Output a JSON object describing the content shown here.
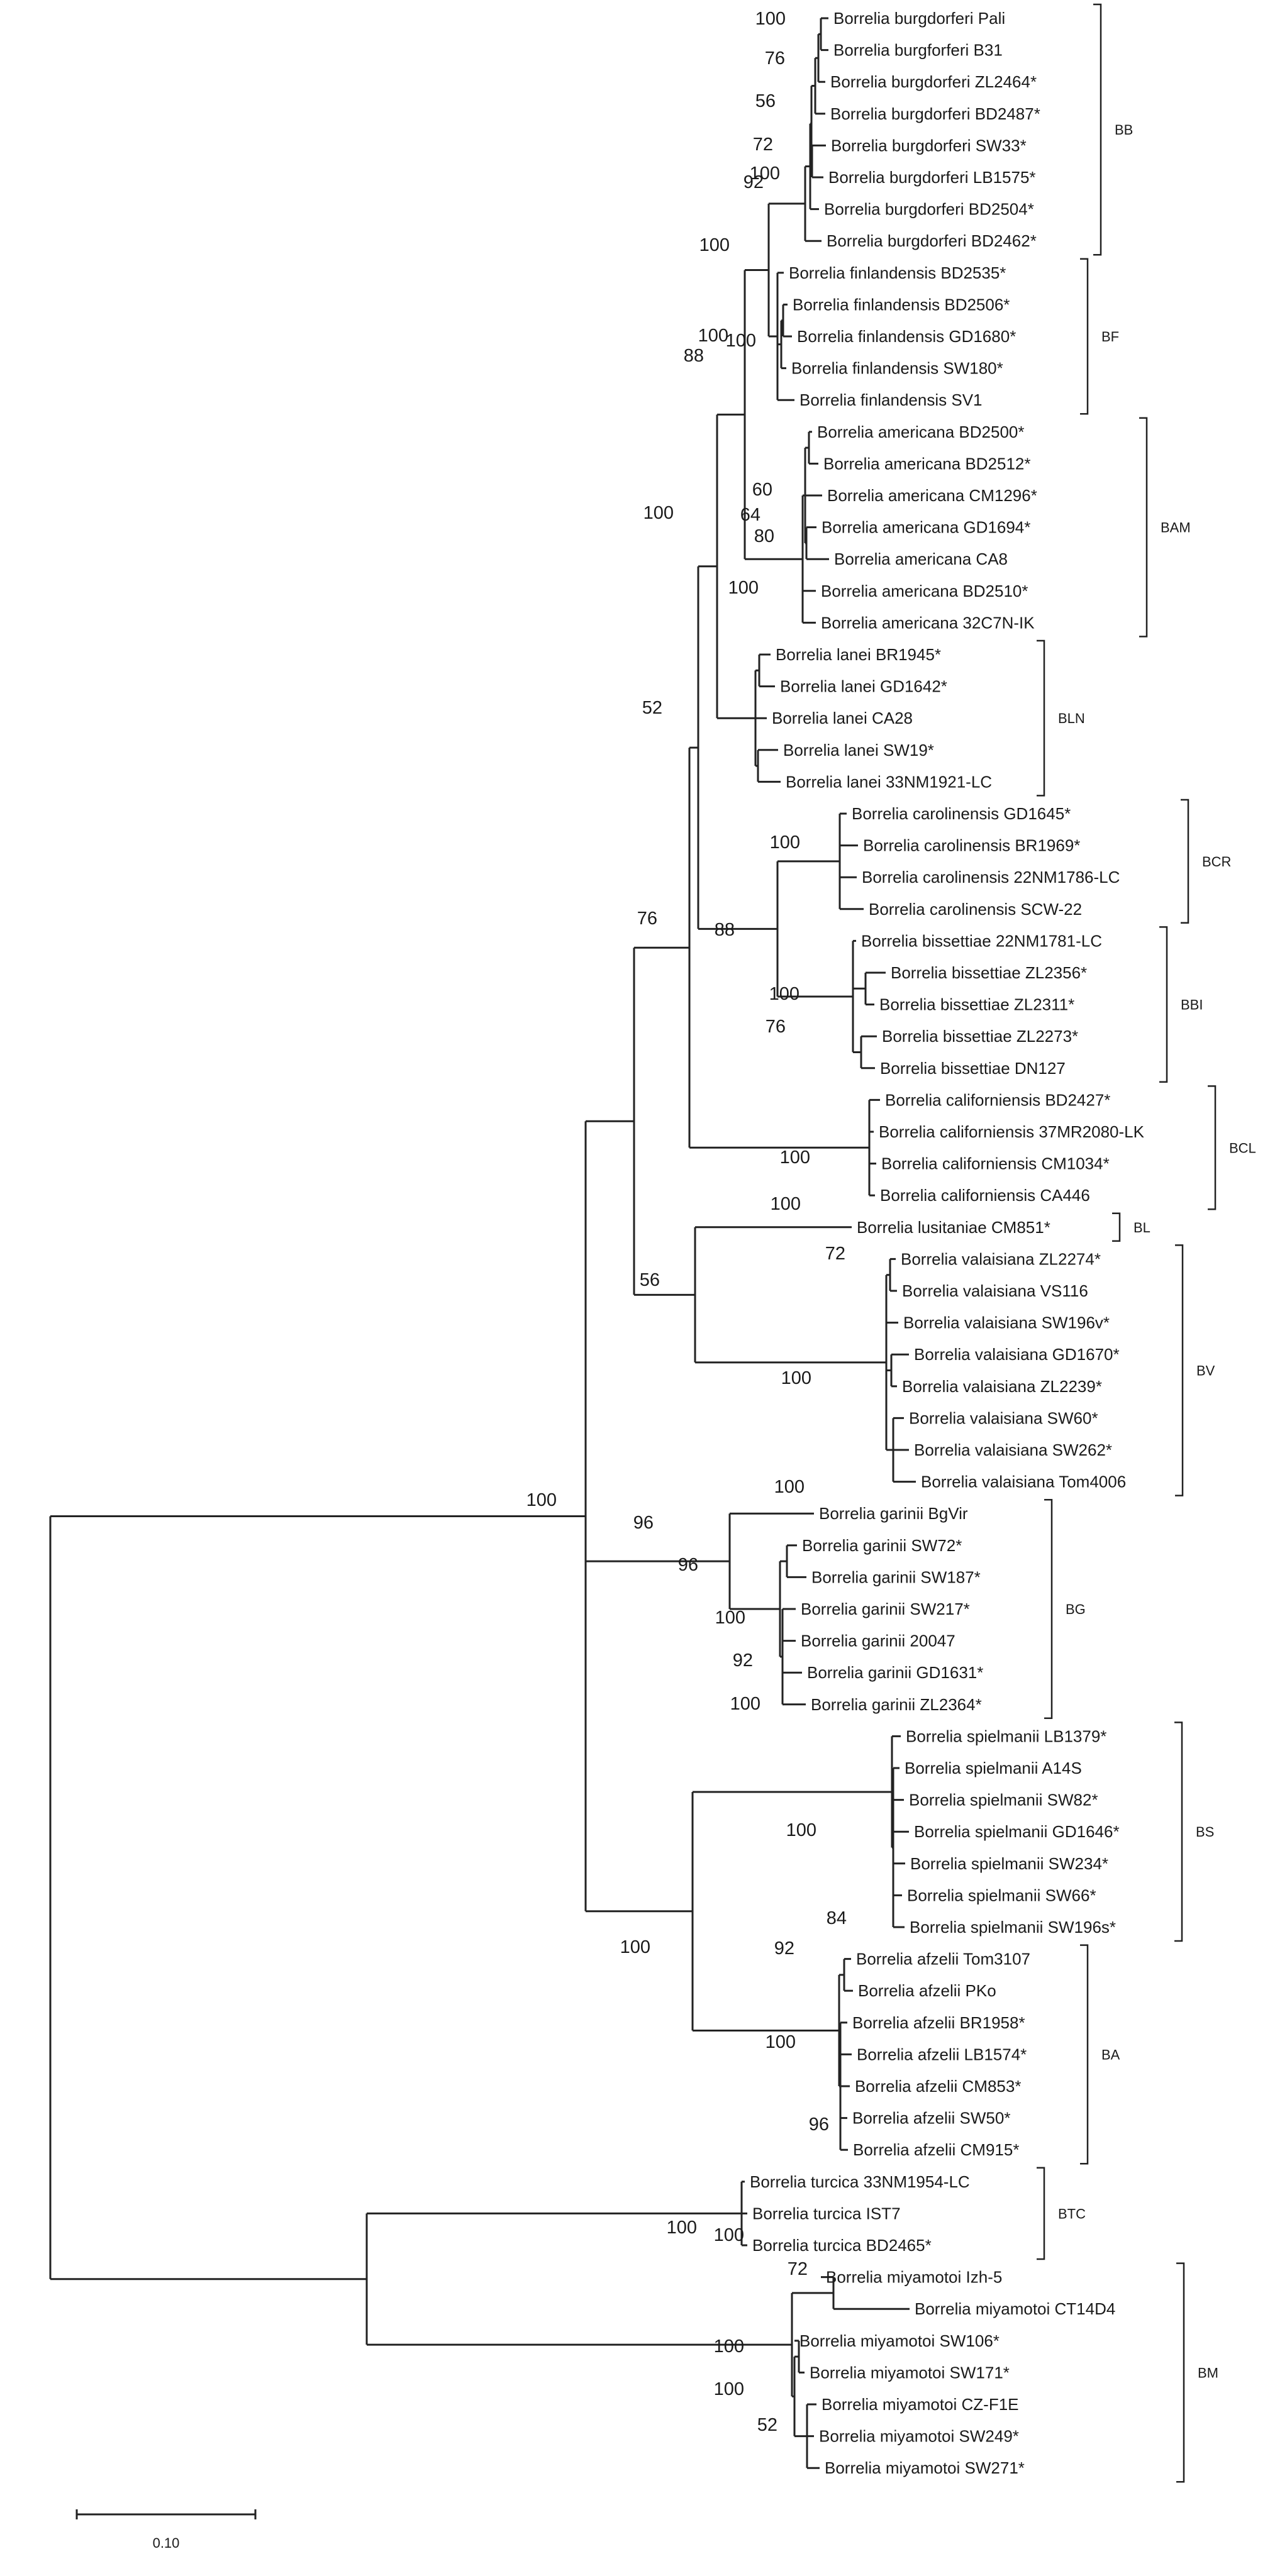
{
  "taxa": [
    "Borrelia burgdorferi Pali",
    "Borrelia burgforferi B31",
    "Borrelia burgdorferi ZL2464*",
    "Borrelia burgdorferi BD2487*",
    "Borrelia burgdorferi SW33*",
    "Borrelia burgdorferi LB1575*",
    "Borrelia burgdorferi BD2504*",
    "Borrelia burgdorferi BD2462*",
    "Borrelia finlandensis BD2535*",
    "Borrelia finlandensis BD2506*",
    "Borrelia finlandensis GD1680*",
    "Borrelia finlandensis SW180*",
    "Borrelia finlandensis SV1",
    "Borrelia americana BD2500*",
    "Borrelia americana BD2512*",
    "Borrelia americana CM1296*",
    "Borrelia americana GD1694*",
    "Borrelia americana CA8",
    "Borrelia americana BD2510*",
    "Borrelia americana 32C7N-IK",
    "Borrelia lanei BR1945*",
    "Borrelia lanei GD1642*",
    "Borrelia lanei CA28",
    "Borrelia lanei SW19*",
    "Borrelia lanei 33NM1921-LC",
    "Borrelia carolinensis GD1645*",
    "Borrelia carolinensis BR1969*",
    "Borrelia carolinensis 22NM1786-LC",
    "Borrelia carolinensis SCW-22",
    "Borrelia bissettiae 22NM1781-LC",
    "Borrelia bissettiae ZL2356*",
    "Borrelia bissettiae ZL2311*",
    "Borrelia bissettiae ZL2273*",
    "Borrelia bissettiae DN127",
    "Borrelia californiensis BD2427*",
    "Borrelia californiensis 37MR2080-LK",
    "Borrelia californiensis CM1034*",
    "Borrelia californiensis CA446",
    "Borrelia lusitaniae CM851*",
    "Borrelia valaisiana ZL2274*",
    "Borrelia valaisiana VS116",
    "Borrelia valaisiana SW196v*",
    "Borrelia valaisiana GD1670*",
    "Borrelia valaisiana ZL2239*",
    "Borrelia valaisiana SW60*",
    "Borrelia valaisiana SW262*",
    "Borrelia valaisiana Tom4006",
    "Borrelia garinii BgVir",
    "Borrelia garinii SW72*",
    "Borrelia garinii SW187*",
    "Borrelia garinii SW217*",
    "Borrelia garinii 20047",
    "Borrelia garinii GD1631*",
    "Borrelia garinii ZL2364*",
    "Borrelia spielmanii LB1379*",
    "Borrelia spielmanii A14S",
    "Borrelia spielmanii SW82*",
    "Borrelia spielmanii GD1646*",
    "Borrelia spielmanii SW234*",
    "Borrelia spielmanii SW66*",
    "Borrelia spielmanii SW196s*",
    "Borrelia afzelii Tom3107",
    "Borrelia afzelii PKo",
    "Borrelia afzelii BR1958*",
    "Borrelia afzelii LB1574*",
    "Borrelia afzelii CM853*",
    "Borrelia afzelii SW50*",
    "Borrelia afzelii CM915*",
    "Borrelia turcica 33NM1954-LC",
    "Borrelia turcica IST7",
    "Borrelia turcica BD2465*",
    "Borrelia miyamotoi Izh-5",
    "Borrelia miyamotoi CT14D4",
    "Borrelia miyamotoi SW106*",
    "Borrelia miyamotoi SW171*",
    "Borrelia miyamotoi CZ-F1E",
    "Borrelia miyamotoi SW249*",
    "Borrelia miyamotoi SW271*"
  ],
  "bootstrap": [
    "100",
    "76",
    "56",
    "72",
    "92",
    "100",
    "100",
    "100",
    "100",
    "60",
    "80",
    "88",
    "100",
    "64",
    "100",
    "52",
    "100",
    "88",
    "100",
    "76",
    "100",
    "76",
    "100",
    "72",
    "56",
    "100",
    "100",
    "96",
    "96",
    "100",
    "92",
    "100",
    "100",
    "84",
    "100",
    "92",
    "100",
    "96",
    "100",
    "100",
    "72",
    "100",
    "100",
    "52",
    "100"
  ],
  "clades": [
    "BB",
    "BF",
    "BAM",
    "BLN",
    "BCR",
    "BBI",
    "BCL",
    "BL",
    "BV",
    "BG",
    "BS",
    "BA",
    "BTC",
    "BM"
  ],
  "scale_bar": {
    "label": "0.10"
  }
}
